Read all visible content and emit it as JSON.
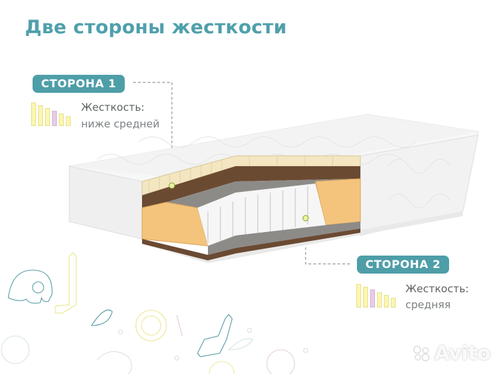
{
  "title": "Две стороны жесткости",
  "side1": {
    "badge": "СТОРОНА 1",
    "label": "Жесткость:",
    "value": "ниже средней",
    "bars": [
      6,
      5,
      4,
      3,
      2,
      1
    ],
    "highlighted_index": 3
  },
  "side2": {
    "badge": "СТОРОНА 2",
    "label": "Жесткость:",
    "value": "средняя",
    "bars": [
      6,
      5,
      4,
      3,
      2,
      1
    ],
    "highlighted_index": 2
  },
  "watermark": "Avito",
  "colors": {
    "accent": "#4e9ea8",
    "bar_fill": "#fbf7b0",
    "bar_highlight": "#e8cbe6",
    "foam": "#f4c47d",
    "coconut": "#6b4a32",
    "latex": "#f3e6c0"
  }
}
